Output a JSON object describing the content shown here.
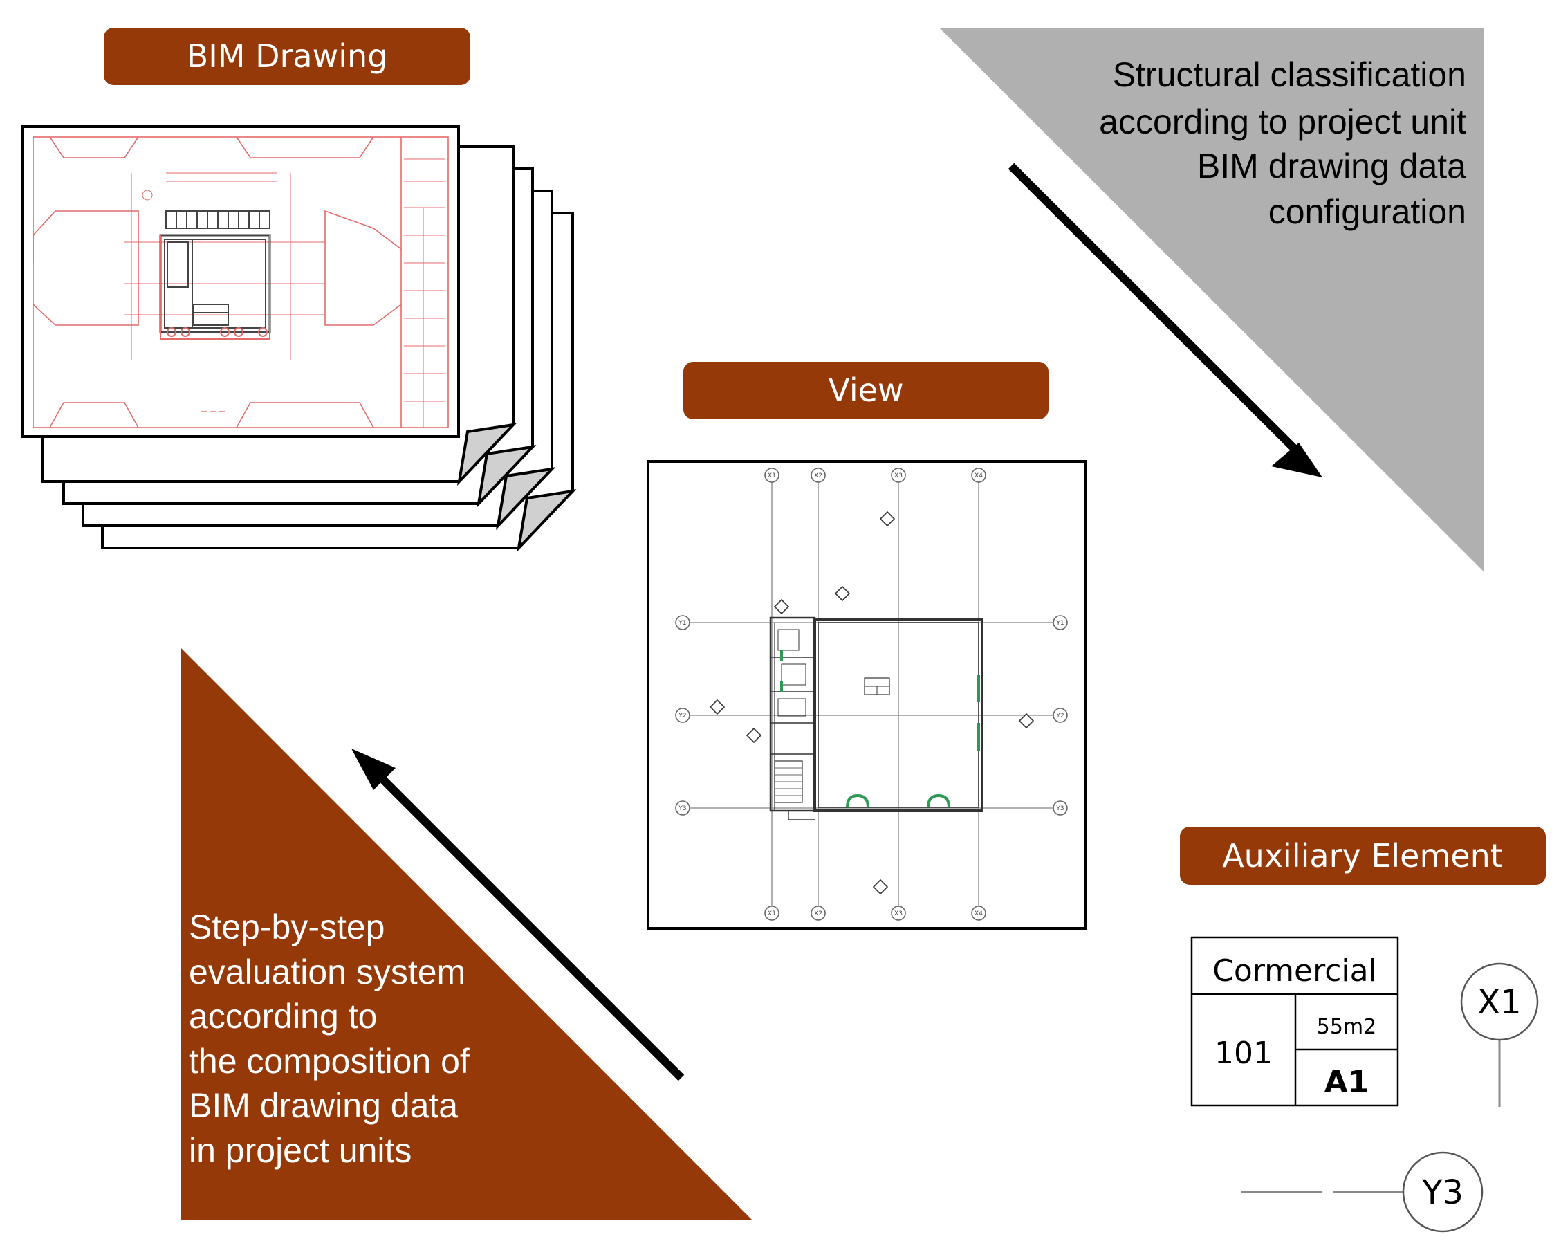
{
  "colors": {
    "accent": "#943907",
    "gray_triangle": "#b0b0b0",
    "label_text": "#ffffff",
    "ink": "#000000",
    "drawing_red": "#e46a6a"
  },
  "labels": {
    "bim_drawing": "BIM Drawing",
    "view": "View",
    "auxiliary_element": "Auxiliary Element"
  },
  "gray_panel": {
    "lines": [
      "Structural classification",
      "according to project unit",
      "BIM drawing data",
      "configuration"
    ]
  },
  "brown_panel": {
    "lines": [
      "Step-by-step",
      "evaluation  system",
      "according to",
      "the composition of",
      "BIM drawing data",
      "in project units"
    ]
  },
  "room_tag": {
    "name": "Cormercial",
    "number": "101",
    "area": "55m2",
    "type": "A1"
  },
  "grid_markers": {
    "vertical": "X1",
    "horizontal": "Y3"
  },
  "view_plan": {
    "x_grid_labels": [
      "X1",
      "X2",
      "X3",
      "X4"
    ],
    "y_grid_labels": [
      "Y1",
      "Y2",
      "Y3"
    ]
  },
  "icons": {
    "stacked_drawings": "drawing-sheets-stack",
    "arrow_down_right": "arrow-down-right",
    "arrow_up_left": "arrow-up-left"
  }
}
